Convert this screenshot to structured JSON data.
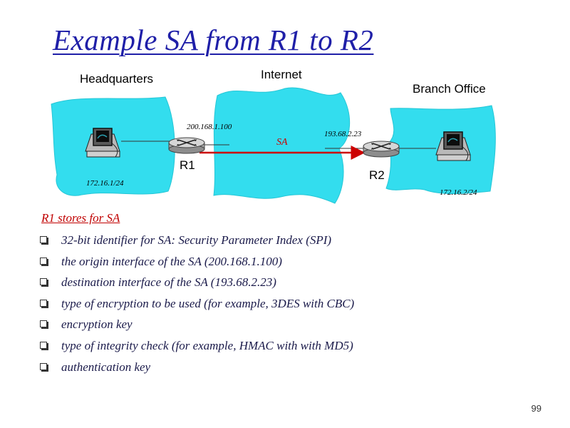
{
  "slide": {
    "title": "Example SA from R1 to R2",
    "page_number": "99"
  },
  "diagram": {
    "headquarters_label": "Headquarters",
    "internet_label": "Internet",
    "branch_label": "Branch Office",
    "r1_label": "R1",
    "r2_label": "R2",
    "r1_ip": "200.168.1.100",
    "r2_ip": "193.68.2.23",
    "hq_subnet": "172.16.1/24",
    "branch_subnet": "172.16.2/24",
    "sa_label": "SA",
    "colors": {
      "cloud": "#33ddee",
      "sa_arrow": "#cc0000",
      "title": "#1f1fa8"
    }
  },
  "content": {
    "heading": "R1 stores for SA",
    "items": [
      "32-bit identifier for SA: Security Parameter Index (SPI)",
      "the origin interface of the SA (200.168.1.100)",
      "destination interface of the SA (193.68.2.23)",
      "type of encryption to be used (for example, 3DES with CBC)",
      "encryption key",
      "type of integrity check (for example, HMAC with with MD5)",
      "authentication key"
    ]
  }
}
